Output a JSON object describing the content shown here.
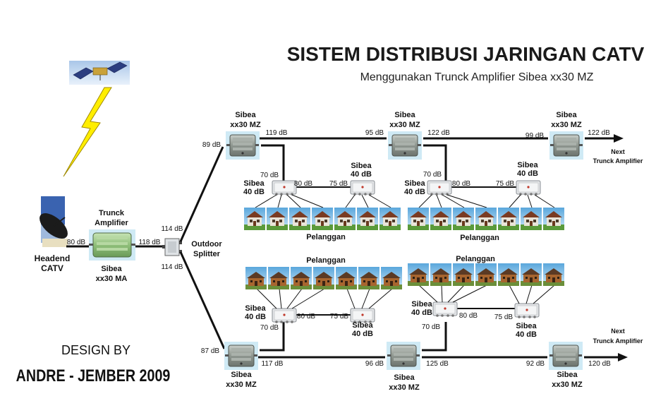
{
  "title": "SISTEM DISTRIBUSI JARINGAN CATV",
  "subtitle": "Menggunakan Trunck Amplifier Sibea xx30 MZ",
  "headend": {
    "label_line1": "Headend",
    "label_line2": "CATV",
    "out_level": "80 dB"
  },
  "trunk_amp": {
    "top_line1": "Trunck",
    "top_line2": "Amplifier",
    "bottom_line1": "Sibea",
    "bottom_line2": "xx30 MA",
    "out_level": "118 dB"
  },
  "splitter": {
    "label_line1": "Outdoor",
    "label_line2": "Splitter",
    "out_top": "114 dB",
    "out_bottom": "114 dB"
  },
  "upper_line": {
    "amp1": {
      "line1": "Sibea",
      "line2": "xx30 MZ",
      "in": "89 dB",
      "out": "119 dB"
    },
    "amp2": {
      "line1": "Sibea",
      "line2": "xx30 MZ",
      "in": "95 dB",
      "out": "122 dB"
    },
    "amp3": {
      "line1": "Sibea",
      "line2": "xx30 MZ",
      "in": "99 dB",
      "out": "122 dB"
    },
    "next_line1": "Next",
    "next_line2": "Trunck Amplifier",
    "branch1": {
      "tap_in": "70 dB",
      "tap1_line1": "Sibea",
      "tap1_line2": "40 dB",
      "tap1_out": "80 dB",
      "tap2_in": "75 dB",
      "tap2_line1": "Sibea",
      "tap2_line2": "40 dB",
      "pelanggan": "Pelanggan"
    },
    "branch2": {
      "tap_in": "70 dB",
      "tap1_line1": "Sibea",
      "tap1_line2": "40 dB",
      "tap1_out": "80 dB",
      "tap2_in": "75 dB",
      "tap2_line1": "Sibea",
      "tap2_line2": "40 dB",
      "pelanggan": "Pelanggan"
    }
  },
  "lower_line": {
    "amp1": {
      "line1": "Sibea",
      "line2": "xx30 MZ",
      "in": "87 dB",
      "out": "117 dB"
    },
    "amp2": {
      "line1": "Sibea",
      "line2": "xx30 MZ",
      "in": "96 dB",
      "out": "125 dB"
    },
    "amp3": {
      "line1": "Sibea",
      "line2": "xx30 MZ",
      "in": "92 dB",
      "out": "120 dB"
    },
    "next_line1": "Next",
    "next_line2": "Trunck Amplifier",
    "branch1": {
      "tap_in": "70 dB",
      "tap1_line1": "Sibea",
      "tap1_line2": "40 dB",
      "tap1_out": "80 dB",
      "tap2_in": "75 dB",
      "tap2_line1": "Sibea",
      "tap2_line2": "40 dB",
      "pelanggan": "Pelanggan"
    },
    "branch2": {
      "tap_in": "70 dB",
      "tap1_line1": "Sibea",
      "tap1_line2": "40 dB",
      "tap1_out": "80 dB",
      "tap2_in": "75 dB",
      "tap2_line1": "Sibea",
      "tap2_line2": "40 dB",
      "pelanggan": "Pelanggan"
    }
  },
  "credits": {
    "design_by": "DESIGN BY",
    "author": "ANDRE - JEMBER 2009"
  },
  "colors": {
    "amp_body": "#9aa29a",
    "amp_green": "#8fbf7a",
    "sky": "#6fb3df",
    "grass": "#5a9a3a",
    "bolt": "#ffee00"
  }
}
